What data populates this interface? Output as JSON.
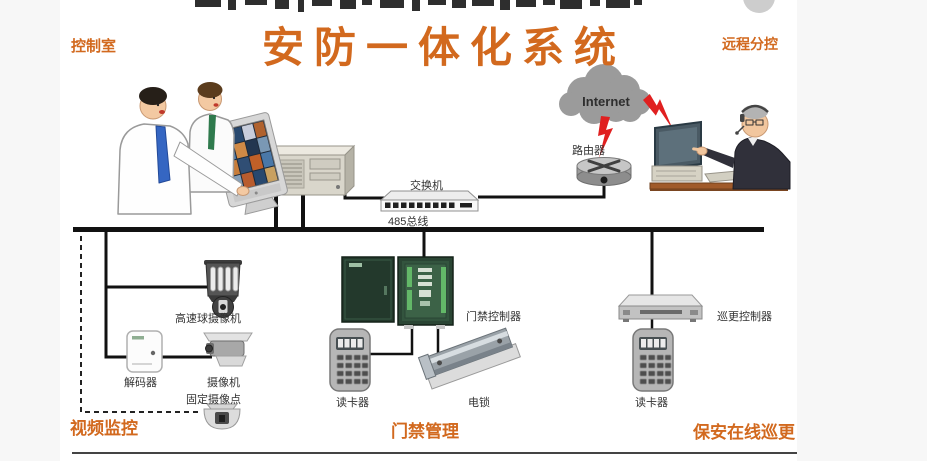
{
  "colors": {
    "accent_orange": "#d2691e",
    "line_black": "#111111",
    "lightning_red": "#e02020",
    "cloud_gray": "#9b9b9b",
    "canvas_white": "#ffffff",
    "page_gray": "#f7f7f7",
    "cabinet_green": "#2a4534"
  },
  "header": {
    "control_room": "控制室",
    "title": "安防一体化系统",
    "remote_control": "远程分控"
  },
  "network": {
    "internet": "Internet",
    "router": "路由器",
    "switch": "交换机",
    "bus_485": "485总线"
  },
  "video": {
    "dome_camera": "高速球摄像机",
    "decoder": "解码器",
    "camera": "摄像机",
    "fixed_camera_point": "固定摄像点",
    "title": "视频监控"
  },
  "access": {
    "controller": "门禁控制器",
    "card_reader": "读卡器",
    "electric_lock": "电锁",
    "title": "门禁管理"
  },
  "patrol": {
    "controller": "巡更控制器",
    "card_reader": "读卡器",
    "title": "保安在线巡更"
  }
}
